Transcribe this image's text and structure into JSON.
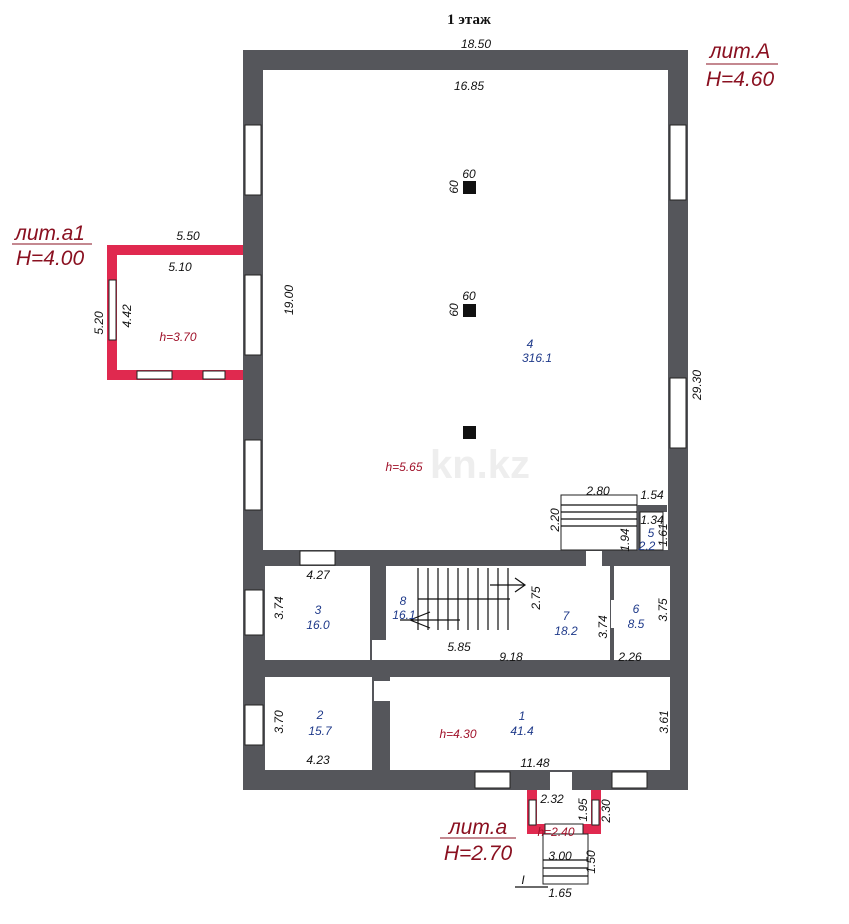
{
  "title": "1 этаж",
  "watermark": "kn.kz",
  "colors": {
    "wall": "#55565b",
    "annex_wall": "#e0294f",
    "litera": "#8a1020",
    "room_label": "#1f3a8a"
  },
  "literas": {
    "A": {
      "name": "лит.А",
      "height": "H=4.60"
    },
    "a1": {
      "name": "лит.а1",
      "height": "H=4.00"
    },
    "a": {
      "name": "лит.а",
      "height": "H=2.70"
    }
  },
  "dims": {
    "outer_top": "18.50",
    "inner_top": "16.85",
    "left_19": "19.00",
    "right_29": "29.30",
    "a1_outer": "5.50",
    "a1_inner": "5.10",
    "a1_520": "5.20",
    "a1_442": "4.42",
    "a1_h": "h=3.70",
    "col1_w": "60",
    "col1_h": "60",
    "col2_w": "60",
    "col2_h": "60",
    "hall_h": "h=5.65",
    "st_280": "2.80",
    "st_220": "2.20",
    "d_154": "1.54",
    "d_134": "1.34",
    "d_161": "1.61",
    "d_194": "1.94",
    "r3_427": "4.27",
    "r3_374": "3.74",
    "r8_275": "2.75",
    "r8_585": "5.85",
    "r7_918": "9.18",
    "r7_374": "3.74",
    "r6_375": "3.75",
    "r6_226": "2.26",
    "r2_370": "3.70",
    "r2_423": "4.23",
    "r1_h": "h=4.30",
    "r1_361": "3.61",
    "r1_1148": "11.48",
    "p_232": "2.32",
    "p_195": "1.95",
    "p_230": "2.30",
    "p_h": "h=2.40",
    "p_300": "3.00",
    "p_150": "1.50",
    "p_165": "1.65",
    "entrance_mark": "I"
  },
  "rooms": [
    {
      "num": "1",
      "area": "41.4"
    },
    {
      "num": "2",
      "area": "15.7"
    },
    {
      "num": "3",
      "area": "16.0"
    },
    {
      "num": "4",
      "area": "316.1"
    },
    {
      "num": "5",
      "area": "2.2"
    },
    {
      "num": "6",
      "area": "8.5"
    },
    {
      "num": "7",
      "area": "18.2"
    },
    {
      "num": "8",
      "area": "16.1"
    }
  ]
}
